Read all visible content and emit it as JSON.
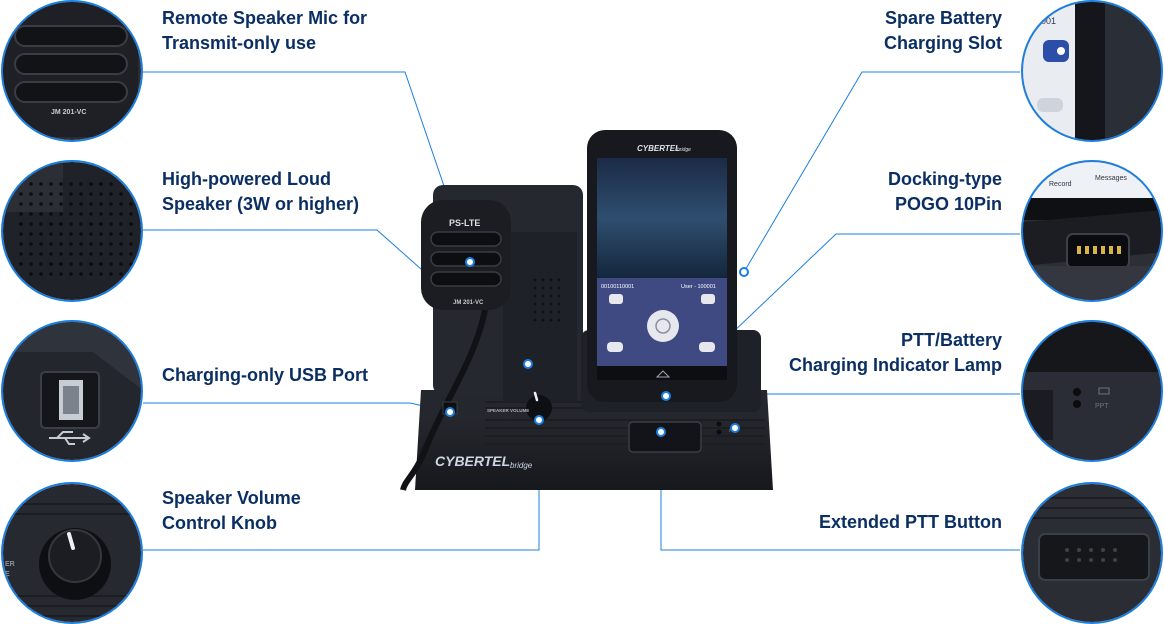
{
  "callouts": {
    "remote_speaker_mic": [
      "Remote Speaker Mic for",
      "Transmit-only use"
    ],
    "loud_speaker": [
      "High-powered Loud",
      "Speaker (3W or higher)"
    ],
    "usb_port": [
      "Charging-only USB Port"
    ],
    "volume_knob": [
      "Speaker Volume",
      "Control Knob"
    ],
    "spare_battery": [
      "Spare Battery",
      "Charging Slot"
    ],
    "pogo": [
      "Docking-type",
      "POGO 10Pin"
    ],
    "indicator_lamp": [
      "PTT/Battery",
      "Charging Indicator Lamp"
    ],
    "ptt_button": [
      "Extended PTT Button"
    ]
  },
  "device": {
    "brand": "CYBERTEL",
    "brand_suffix": "bridge",
    "phone_brand": "CYBERTEL",
    "phone_brand_suffix": "bridge",
    "mic_brand": "PS-LTE",
    "mic_model": "JM 201-VC",
    "phone_id": "00100110001",
    "phone_user": "User - 100001",
    "volume_label": "SPEAKER VOLUME",
    "ppt_label": "PPT"
  },
  "thumbs": {
    "mic_model": "JM 201-VC",
    "pogo_tab1": "Record",
    "pogo_tab2": "Messages",
    "battery_text": "001"
  },
  "colors": {
    "accent": "#1c7fe0",
    "label": "#0b2f63"
  }
}
